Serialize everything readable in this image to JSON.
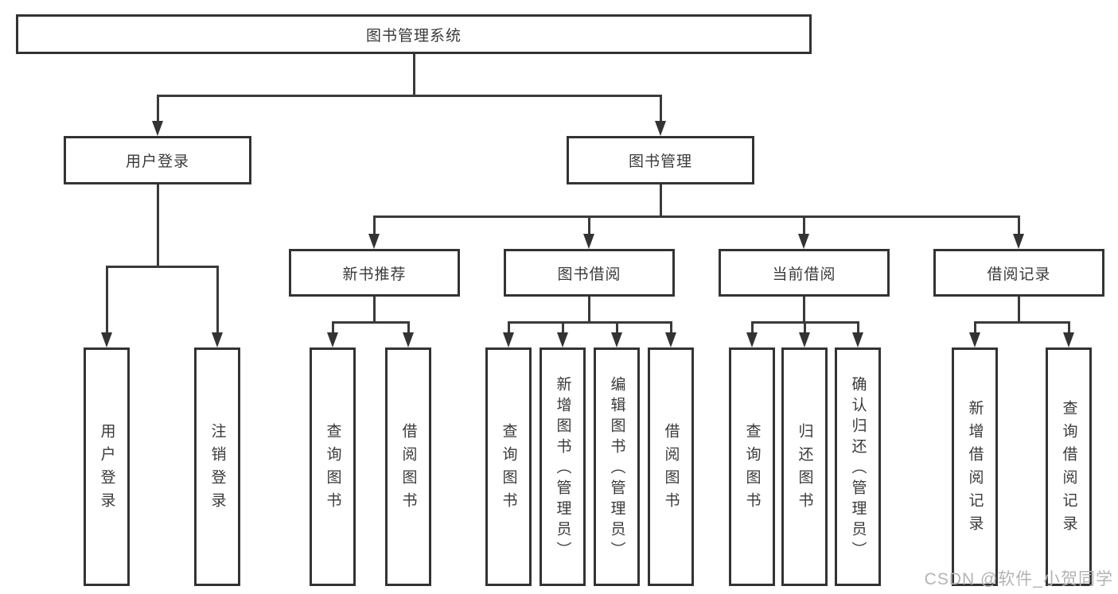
{
  "diagram_title": "图书管理系统",
  "watermark": "CSDN @软件_小贺同学",
  "nodes": {
    "root": "图书管理系统",
    "user_login": "用户登录",
    "book_mgmt": "图书管理",
    "new_books": "新书推荐",
    "book_borrow": "图书借阅",
    "current_borrow": "当前借阅",
    "borrow_records": "借阅记录",
    "leaf_user_login": "用户登录",
    "leaf_logout": "注销登录",
    "leaf_nb_search": "查询图书",
    "leaf_nb_borrow": "借阅图书",
    "leaf_bb_search": "查询图书",
    "leaf_bb_add": "新增图书（管理员）",
    "leaf_bb_edit": "编辑图书（管理员）",
    "leaf_bb_borrow": "借阅图书",
    "leaf_cb_search": "查询图书",
    "leaf_cb_return": "归还图书",
    "leaf_cb_confirm": "确认归还（管理员）",
    "leaf_br_add": "新增借阅记录",
    "leaf_br_search": "查询借阅记录"
  },
  "colors": {
    "line": "#3a3a3a",
    "border": "#333333",
    "text": "#3a3a3a",
    "watermark": "#b3b3b3"
  }
}
